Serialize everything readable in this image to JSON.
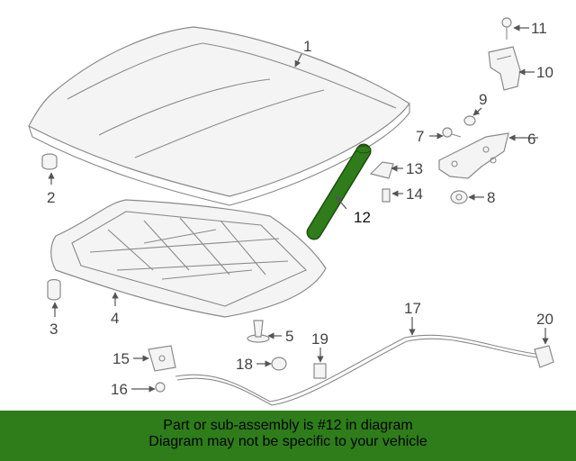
{
  "callouts": {
    "c1": "1",
    "c2": "2",
    "c3": "3",
    "c4": "4",
    "c5": "5",
    "c6": "6",
    "c7": "7",
    "c8": "8",
    "c9": "9",
    "c10": "10",
    "c11": "11",
    "c12": "12",
    "c13": "13",
    "c14": "14",
    "c15": "15",
    "c16": "16",
    "c17": "17",
    "c18": "18",
    "c19": "19",
    "c20": "20"
  },
  "highlight_color": "#2e7d1a",
  "banner": {
    "line1": "Part or sub-assembly is #12 in diagram",
    "line2": "Diagram may not be specific to your vehicle"
  }
}
